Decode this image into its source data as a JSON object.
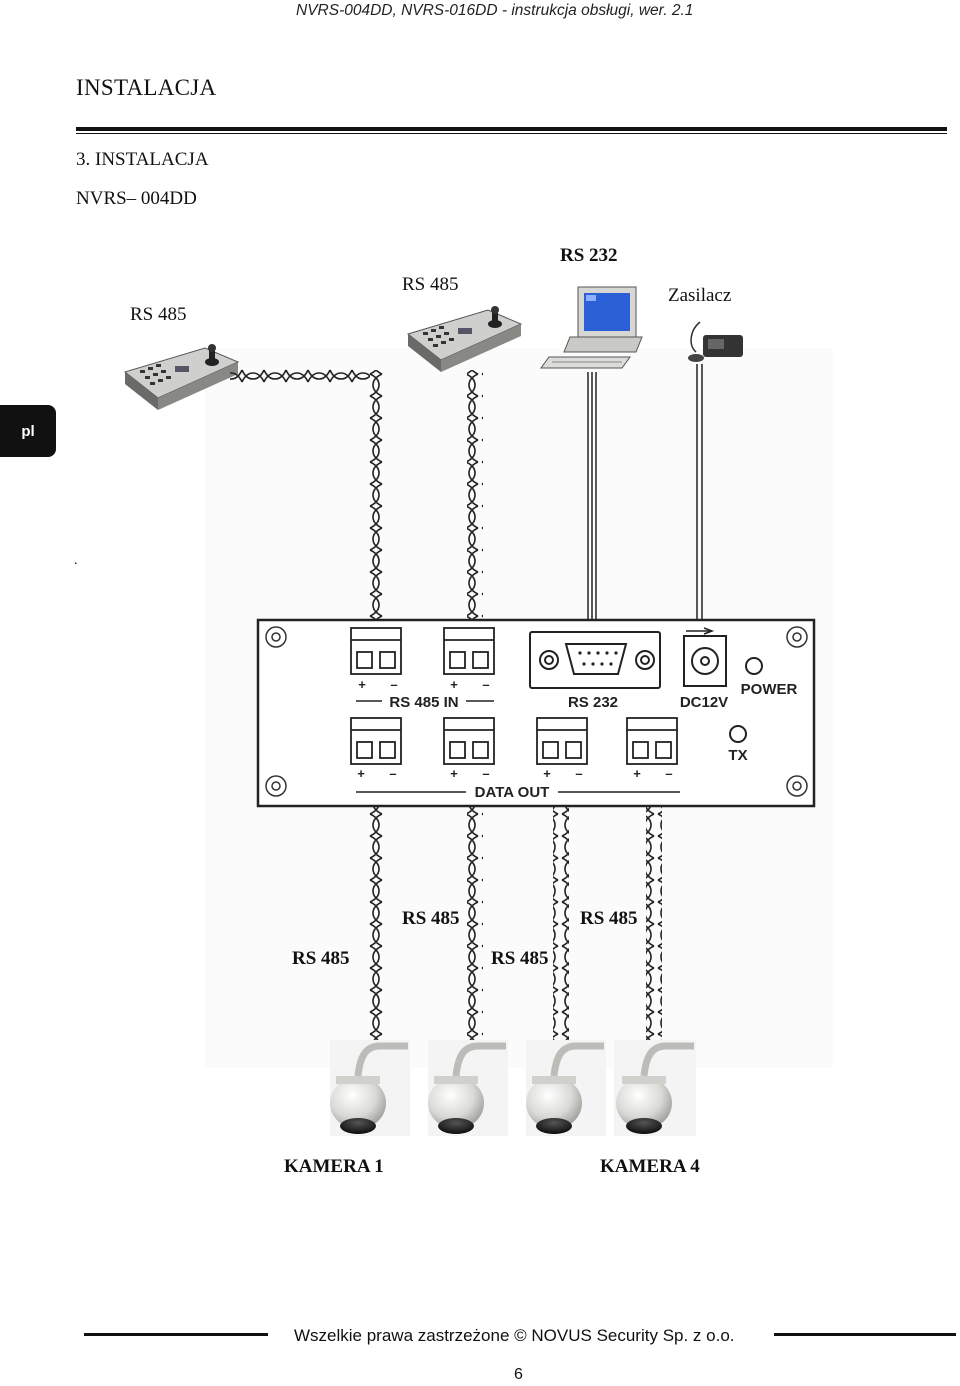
{
  "header": {
    "doc_title": "NVRS-004DD, NVRS-016DD - instrukcja obsługi, wer. 2.1"
  },
  "section": {
    "title": "INSTALACJA",
    "heading": "3. INSTALACJA",
    "model": "NVRS– 004DD"
  },
  "side_tab": {
    "lang": "pl"
  },
  "diagram": {
    "top_labels": {
      "keyboard1": "RS 485",
      "keyboard2": "RS 485",
      "pc": "RS 232",
      "psu": "Zasilacz"
    },
    "stray_mark": ".",
    "panel": {
      "rs485_in": "RS 485 IN",
      "rs232": "RS 232",
      "dc": "DC12V",
      "power": "POWER",
      "tx": "TX",
      "data_out": "DATA OUT",
      "plus": "+",
      "minus": "–"
    },
    "bottom_labels": {
      "line1": "RS 485",
      "line2": "RS 485",
      "line3": "RS 485",
      "line4": "RS 485"
    },
    "cameras": {
      "first": "KAMERA 1",
      "last": "KAMERA 4"
    }
  },
  "footer": {
    "copyright": "Wszelkie prawa zastrzeżone © NOVUS Security Sp. z o.o.",
    "page": "6"
  }
}
